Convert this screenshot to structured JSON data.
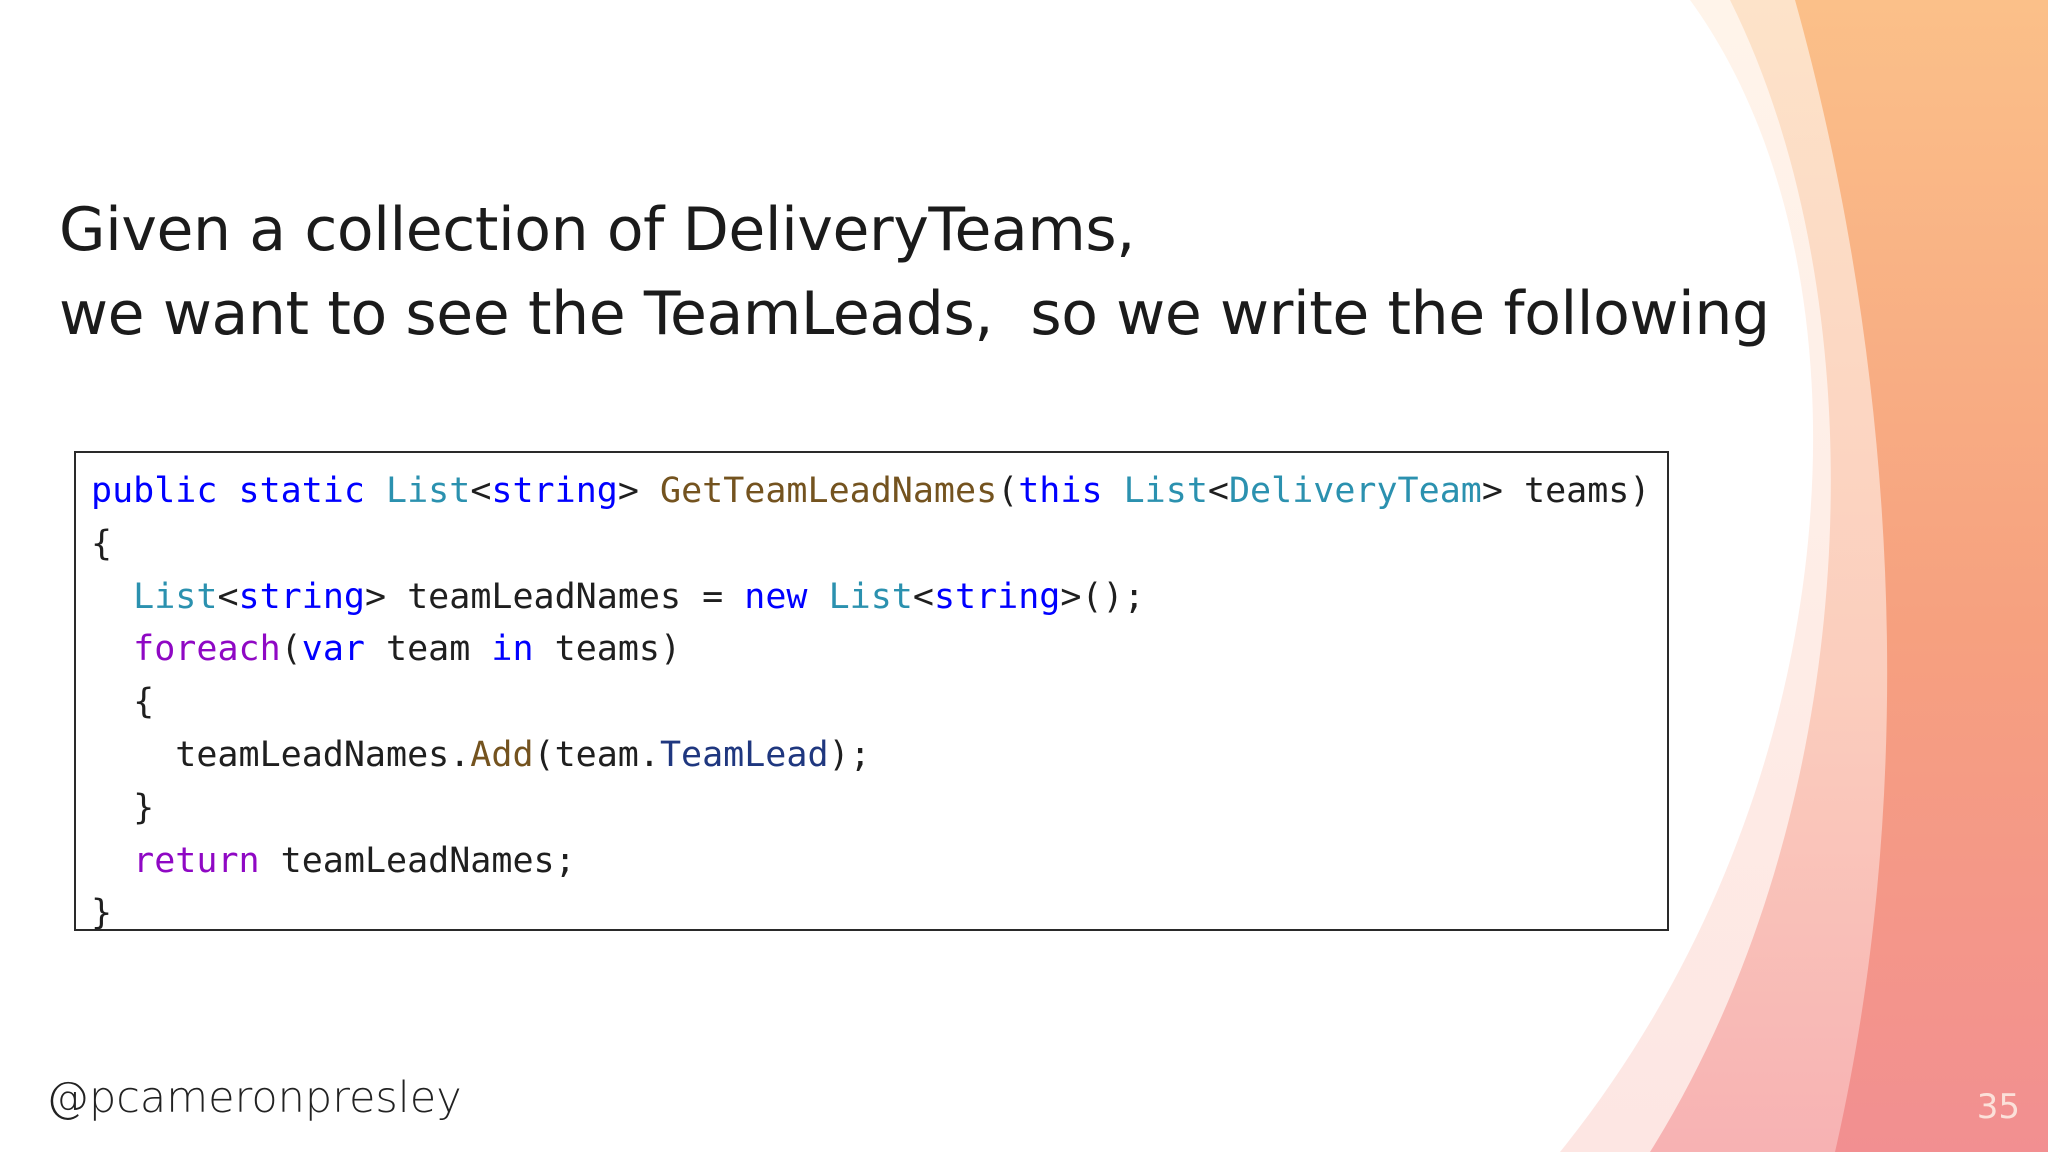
{
  "slide": {
    "title_lines": [
      "Given a collection of DeliveryTeams,",
      "we want to see the TeamLeads,  so we write the following"
    ],
    "code_lines": [
      [
        {
          "t": "public",
          "k": "keyword"
        },
        {
          "t": " ",
          "k": "plain"
        },
        {
          "t": "static",
          "k": "keyword"
        },
        {
          "t": " ",
          "k": "plain"
        },
        {
          "t": "List",
          "k": "type"
        },
        {
          "t": "<",
          "k": "plain"
        },
        {
          "t": "string",
          "k": "keyword"
        },
        {
          "t": "> ",
          "k": "plain"
        },
        {
          "t": "GetTeamLeadNames",
          "k": "method"
        },
        {
          "t": "(",
          "k": "plain"
        },
        {
          "t": "this",
          "k": "keyword"
        },
        {
          "t": " ",
          "k": "plain"
        },
        {
          "t": "List",
          "k": "type"
        },
        {
          "t": "<",
          "k": "plain"
        },
        {
          "t": "DeliveryTeam",
          "k": "type"
        },
        {
          "t": "> teams)",
          "k": "plain"
        }
      ],
      [
        {
          "t": "{",
          "k": "plain"
        }
      ],
      [
        {
          "t": "  ",
          "k": "plain"
        },
        {
          "t": "List",
          "k": "type"
        },
        {
          "t": "<",
          "k": "plain"
        },
        {
          "t": "string",
          "k": "keyword"
        },
        {
          "t": "> teamLeadNames = ",
          "k": "plain"
        },
        {
          "t": "new",
          "k": "keyword"
        },
        {
          "t": " ",
          "k": "plain"
        },
        {
          "t": "List",
          "k": "type"
        },
        {
          "t": "<",
          "k": "plain"
        },
        {
          "t": "string",
          "k": "keyword"
        },
        {
          "t": ">();",
          "k": "plain"
        }
      ],
      [
        {
          "t": "  ",
          "k": "plain"
        },
        {
          "t": "foreach",
          "k": "control"
        },
        {
          "t": "(",
          "k": "plain"
        },
        {
          "t": "var",
          "k": "keyword"
        },
        {
          "t": " team ",
          "k": "plain"
        },
        {
          "t": "in",
          "k": "keyword"
        },
        {
          "t": " teams)",
          "k": "plain"
        }
      ],
      [
        {
          "t": "  {",
          "k": "plain"
        }
      ],
      [
        {
          "t": "    teamLeadNames.",
          "k": "plain"
        },
        {
          "t": "Add",
          "k": "method"
        },
        {
          "t": "(team.",
          "k": "plain"
        },
        {
          "t": "TeamLead",
          "k": "property"
        },
        {
          "t": ");",
          "k": "plain"
        }
      ],
      [
        {
          "t": "  }",
          "k": "plain"
        }
      ],
      [
        {
          "t": "  ",
          "k": "plain"
        },
        {
          "t": "return",
          "k": "control"
        },
        {
          "t": " teamLeadNames;",
          "k": "plain"
        }
      ],
      [
        {
          "t": "}",
          "k": "plain"
        }
      ]
    ],
    "handle": "@pcameronpresley",
    "page_number": "35"
  },
  "colors": {
    "keyword": "#0000ff",
    "type": "#2b91af",
    "method": "#74531f",
    "control": "#8f08c4",
    "property": "#1f377f",
    "plain": "#1f1f1f",
    "accent_orange": "#f7ad73",
    "accent_pink": "#f39292"
  }
}
